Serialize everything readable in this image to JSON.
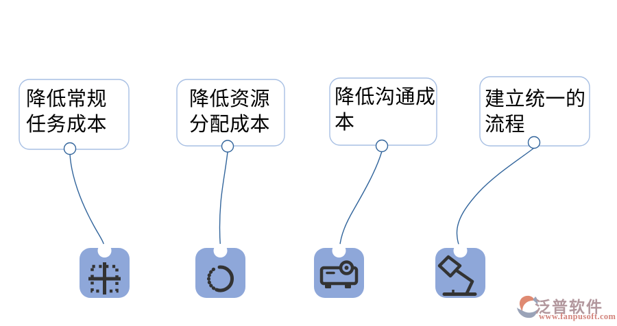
{
  "diagram": {
    "nodes": [
      {
        "label": "降低常规\n任务成本",
        "icon": "dashed-table-plus-icon"
      },
      {
        "label": "降低资源\n分配成本",
        "icon": "dashed-circle-icon"
      },
      {
        "label": "降低沟通成\n本",
        "icon": "projector-icon"
      },
      {
        "label": "建立统一的\n流程",
        "icon": "desk-lamp-icon"
      }
    ],
    "colors": {
      "box_border": "#a7bfe3",
      "connector_blue": "#31649b",
      "icon_fill": "#8ea7d9",
      "icon_glyph": "#333333",
      "label_text": "#000000"
    }
  },
  "watermark": {
    "brand": "泛普软件",
    "url": "www.fanpusoft.com",
    "brand_color": "#b2979d",
    "url_color": "#d2837b",
    "logo_coral": "#df8a72",
    "logo_grey": "#9aa3b8"
  }
}
